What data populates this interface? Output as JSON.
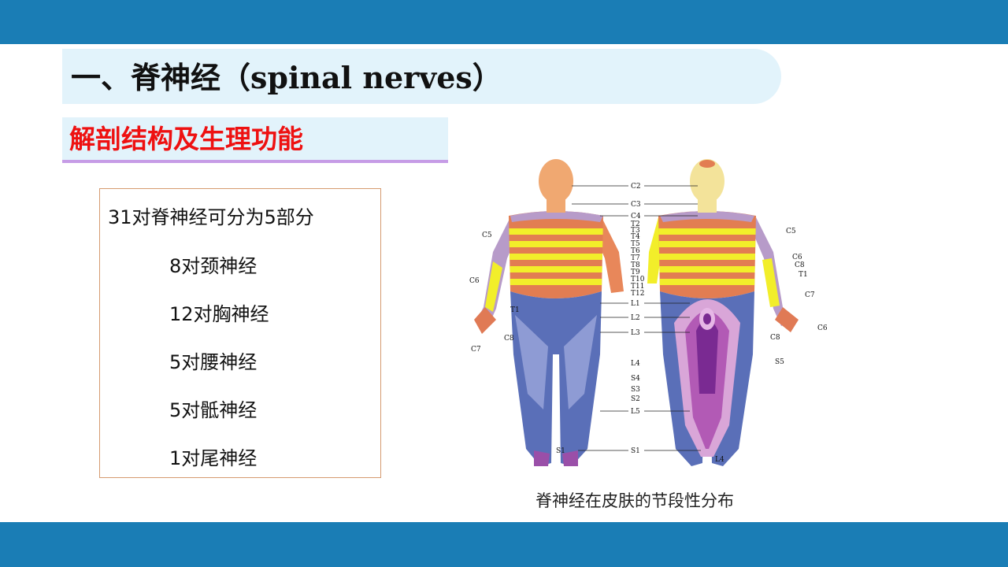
{
  "slide": {
    "title": "一、脊神经（spinal nerves）",
    "subtitle": "解剖结构及生理功能",
    "colors": {
      "bars": "#1a7db5",
      "band": "#e2f3fb",
      "subtitle": "#ee1111",
      "underline": "#c69ce6",
      "box_border": "#d59a6f"
    }
  },
  "nerves_box": {
    "heading": "31对脊神经可分为5部分",
    "items": [
      "8对颈神经",
      "12对胸神经",
      "5对腰神经",
      "5对骶神经",
      "1对尾神经"
    ]
  },
  "figure": {
    "caption": "脊神经在皮肤的节段性分布",
    "front_left_labels": [
      "C5",
      "C6",
      "T1",
      "C8",
      "C7"
    ],
    "center_labels": [
      "C2",
      "C3",
      "C4",
      "T2",
      "T3",
      "T4",
      "T5",
      "T6",
      "T7",
      "T8",
      "T9",
      "T10",
      "T11",
      "T12",
      "L1",
      "L2",
      "L3",
      "L4",
      "S4",
      "S3",
      "S2",
      "L5",
      "S1"
    ],
    "foot_labels": [
      "S1",
      "L4"
    ],
    "back_right_labels": [
      "C5",
      "C6",
      "C8",
      "T1",
      "C7",
      "C6",
      "C8",
      "S5"
    ]
  }
}
